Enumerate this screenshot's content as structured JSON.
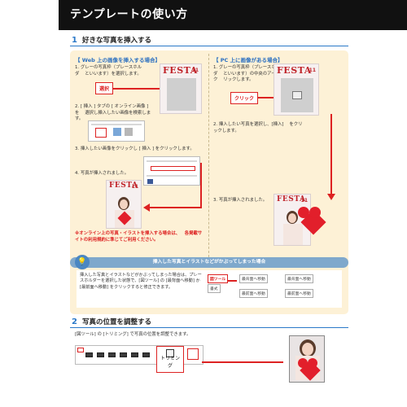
{
  "header": {
    "title": "テンプレートの使い方"
  },
  "section1": {
    "number": "1",
    "title": "好きな写真を挿入する",
    "web": {
      "subtitle": "【 Web 上の画像を挿入する場合】",
      "step1": "1. グレーの写真枠（プレースホルダ    といいます）を選択します。",
      "callout": "選択",
      "step2": "2. [ 挿入 ] タブの [ オンライン画像 ] を    選択し挿入したい画像を検索します。",
      "step3": "3. 挿入したい画像をクリックし [ 挿入 ] をクリックします。",
      "step4": "4. 写真が挿入されました。",
      "note": "※オンライン上の写真・イラストを挿入する場合は、   各掲載サイトの利用規約に準じてご利用ください。"
    },
    "pc": {
      "subtitle": "【 PC 上に画像がある場合】",
      "step1": "1. グレーの写真枠（プレースホルダ    といいます）の中央のアイコンをク    リックします。",
      "callout": "クリック",
      "step2": "2. 挿入したい写真を選択し、[挿入]    をクリックします。",
      "step3": "3. 写真が挿入されました。"
    },
    "magazine": {
      "title": "FESTA",
      "issue": "11"
    },
    "tip": {
      "bar": "挿入した写真とイラストなどがかぶってしまった場合",
      "body": "挿入した写真とイラストなどがかぶってしまった場合は、プレースホルダーを選択した状態で、[図ツール] の [最背面へ移動] か [最前面へ移動] をクリックすると修正できます。",
      "tool_label": "図ツール",
      "format_label": "書式",
      "menu_back": "最背面へ移動",
      "menu_front": "最前面へ移動"
    }
  },
  "section2": {
    "number": "2",
    "title": "写真の位置を調整する",
    "desc": "[図ツール] の [トリミング] で写真の位置を調整できます。",
    "trim_label": "トリミング"
  },
  "colors": {
    "accent": "#2a78c8",
    "red": "#d22",
    "panel": "#fdf1d6",
    "header": "#111111"
  }
}
